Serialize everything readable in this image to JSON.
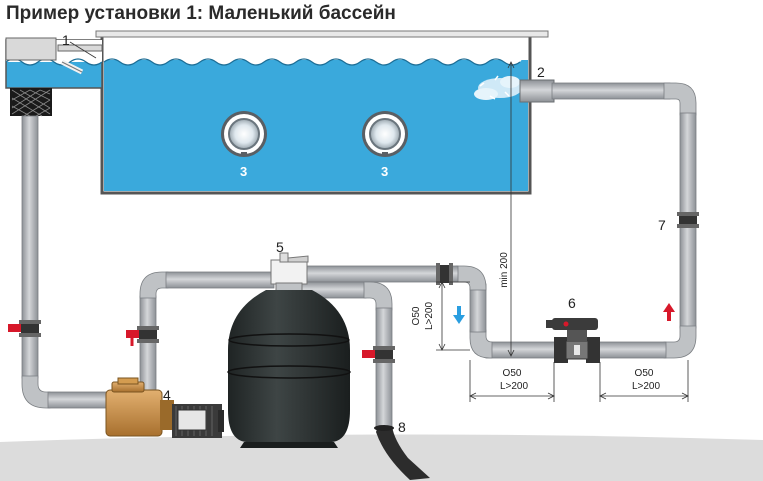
{
  "title": "Пример установки 1: Маленький бассейн",
  "callouts": {
    "skimmer": "1",
    "inlet": "2",
    "light_left": "3",
    "light_right": "3",
    "pump": "4",
    "valve": "5",
    "heater": "6",
    "pipe_right": "7",
    "drain": "8"
  },
  "dimensions": {
    "min_height": "min 200",
    "vertical_diameter": "O50",
    "vertical_length": "L>200",
    "left_diameter": "O50",
    "left_length": "L>200",
    "right_diameter": "O50",
    "right_length": "L>200"
  },
  "colors": {
    "water": "#3aa9dc",
    "pipe": "#b3b6ba",
    "pipe_dark": "#7d8186",
    "valve_red": "#d7182a",
    "pump_body": "#c9924a",
    "filter": "#2f3434",
    "ground": "#dcdcdc",
    "arrow_down": "#2a9ee0",
    "arrow_up": "#d7182a"
  }
}
